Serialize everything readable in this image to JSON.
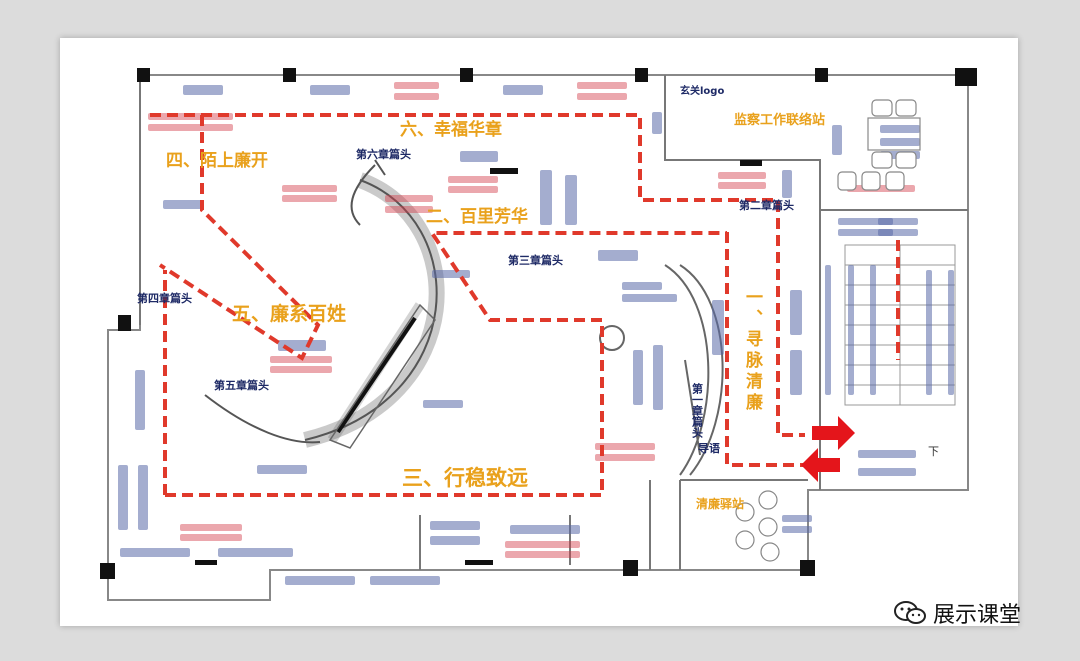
{
  "zones": {
    "z1": "一、寻脉清廉",
    "z2": "二、百里芳华",
    "z3": "三、行稳致远",
    "z4": "四、陌上廉开",
    "z5": "五、廉系百姓",
    "z6": "六、幸福华章"
  },
  "headers": {
    "ch1": "第一章篇头",
    "ch2": "第二章篇头",
    "ch3": "第三章篇头",
    "ch4": "第四章篇头",
    "ch5": "第五章篇头",
    "ch6": "第六章篇头"
  },
  "rooms": {
    "supervision": "监察工作联络站",
    "entrance_logo": "玄关logo",
    "qinglian_station": "清廉驿站",
    "guide": "导语",
    "stairs_down": "下"
  },
  "watermark": {
    "text": "展示课堂"
  },
  "colors": {
    "zone_text": "#e9a11c",
    "route": "#e0392b",
    "navy_text": "#1e2a66",
    "arrow": "#e4151b"
  }
}
